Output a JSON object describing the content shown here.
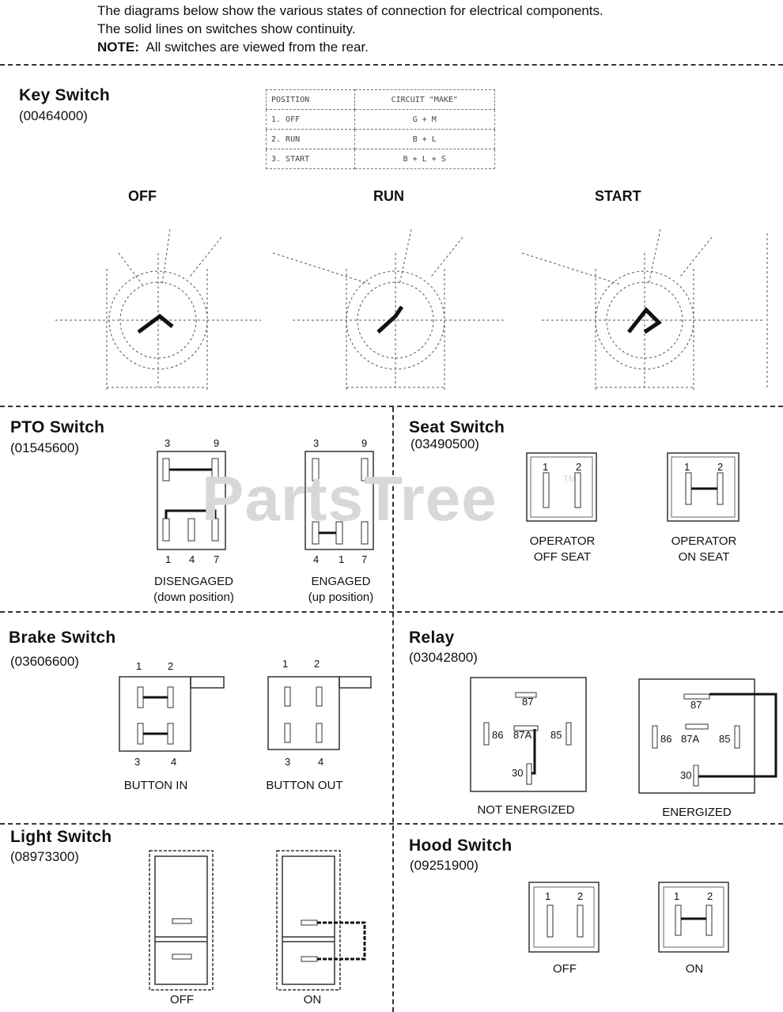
{
  "intro": {
    "line1": "The diagrams below show the various states of connection for electrical components.",
    "line2": "The solid lines on switches show continuity.",
    "note_label": "NOTE:",
    "note_text": "All switches are viewed from the rear."
  },
  "key_switch": {
    "title": "Key Switch",
    "part": "(00464000)",
    "table": {
      "headers": [
        "POSITION",
        "CIRCUIT \"MAKE\""
      ],
      "rows": [
        [
          "1. OFF",
          "G + M"
        ],
        [
          "2. RUN",
          "B + L"
        ],
        [
          "3. START",
          "B + L + S"
        ]
      ]
    },
    "states": [
      "OFF",
      "RUN",
      "START"
    ]
  },
  "pto_switch": {
    "title": "PTO Switch",
    "part": "(01545600)",
    "top_pins": [
      "3",
      "9"
    ],
    "left_bottom_pins": [
      "1",
      "4",
      "7"
    ],
    "right_bottom_pins": [
      "4",
      "1",
      "7"
    ],
    "left_state": "DISENGAGED",
    "left_sub": "(down position)",
    "right_state": "ENGAGED",
    "right_sub": "(up position)"
  },
  "seat_switch": {
    "title": "Seat Switch",
    "part": "(03490500)",
    "pins": [
      "1",
      "2"
    ],
    "left_state_l1": "OPERATOR",
    "left_state_l2": "OFF SEAT",
    "right_state_l1": "OPERATOR",
    "right_state_l2": "ON SEAT",
    "watermark": "PartsTree",
    "tm": "TM"
  },
  "brake_switch": {
    "title": "Brake  Switch",
    "part": "(03606600)",
    "top_pins": [
      "1",
      "2"
    ],
    "bottom_pins": [
      "3",
      "4"
    ],
    "left_state": "BUTTON IN",
    "right_state": "BUTTON OUT"
  },
  "relay": {
    "title": "Relay",
    "part": "(03042800)",
    "pins": [
      "87",
      "86",
      "87A",
      "85",
      "30"
    ],
    "left_state": "NOT ENERGIZED",
    "right_state": "ENERGIZED"
  },
  "light_switch": {
    "title": "Light  Switch",
    "part": "(08973300)",
    "left_state": "OFF",
    "right_state": "ON"
  },
  "hood_switch": {
    "title": "Hood Switch",
    "part": "(09251900)",
    "pins": [
      "1",
      "2"
    ],
    "left_state": "OFF",
    "right_state": "ON"
  }
}
